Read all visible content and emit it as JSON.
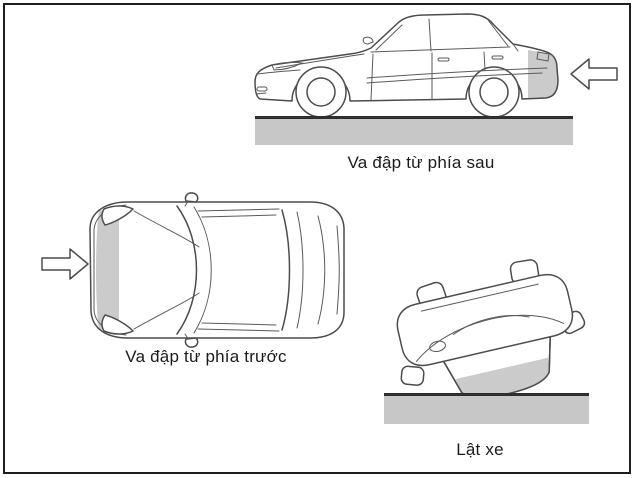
{
  "colors": {
    "shade": "#cbcbcb",
    "ground_fill": "#c7c7c7",
    "ground_line": "#2e2e2e",
    "line": "#4c4c4c",
    "text": "#1b1b1b",
    "frame_border": "#1f1f1f",
    "background": "#ffffff"
  },
  "scenes": {
    "rear_impact": {
      "caption": "Va đập từ phía sau",
      "arrow_icon": "arrow-left-icon",
      "illustration": "sedan-side-view-rear-impact-shaded"
    },
    "front_impact": {
      "caption": "Va đập từ phía trước",
      "arrow_icon": "arrow-right-icon",
      "illustration": "sedan-top-view-front-impact-shaded"
    },
    "rollover": {
      "caption": "Lật xe",
      "illustration": "sedan-overturned-on-roof"
    }
  }
}
